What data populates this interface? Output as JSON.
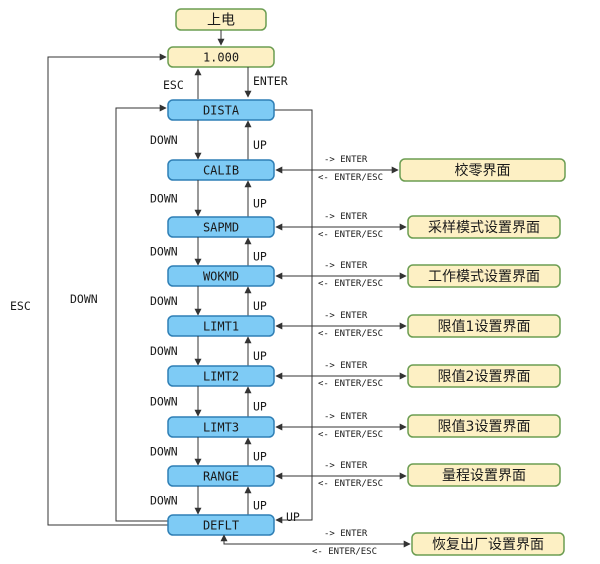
{
  "power_on": "上电",
  "initial": "1.000",
  "labels": {
    "esc": "ESC",
    "enter": "ENTER",
    "down": "DOWN",
    "up": "UP"
  },
  "side_arrows": {
    "enter": "-> ENTER",
    "back": "<- ENTER/ESC"
  },
  "menu": [
    {
      "code": "DISTA",
      "screen": ""
    },
    {
      "code": "CALIB",
      "screen": "校零界面"
    },
    {
      "code": "SAPMD",
      "screen": "采样模式设置界面"
    },
    {
      "code": "WOKMD",
      "screen": "工作模式设置界面"
    },
    {
      "code": "LIMT1",
      "screen": "限值1设置界面"
    },
    {
      "code": "LIMT2",
      "screen": "限值2设置界面"
    },
    {
      "code": "LIMT3",
      "screen": "限值3设置界面"
    },
    {
      "code": "RANGE",
      "screen": "量程设置界面"
    },
    {
      "code": "DEFLT",
      "screen": "恢复出厂设置界面"
    }
  ],
  "colors": {
    "menu_fill": "#7ecbf5",
    "menu_stroke": "#2f7fb5",
    "screen_fill": "#fdf0c4",
    "screen_stroke": "#6c9d52",
    "line": "#333333"
  }
}
